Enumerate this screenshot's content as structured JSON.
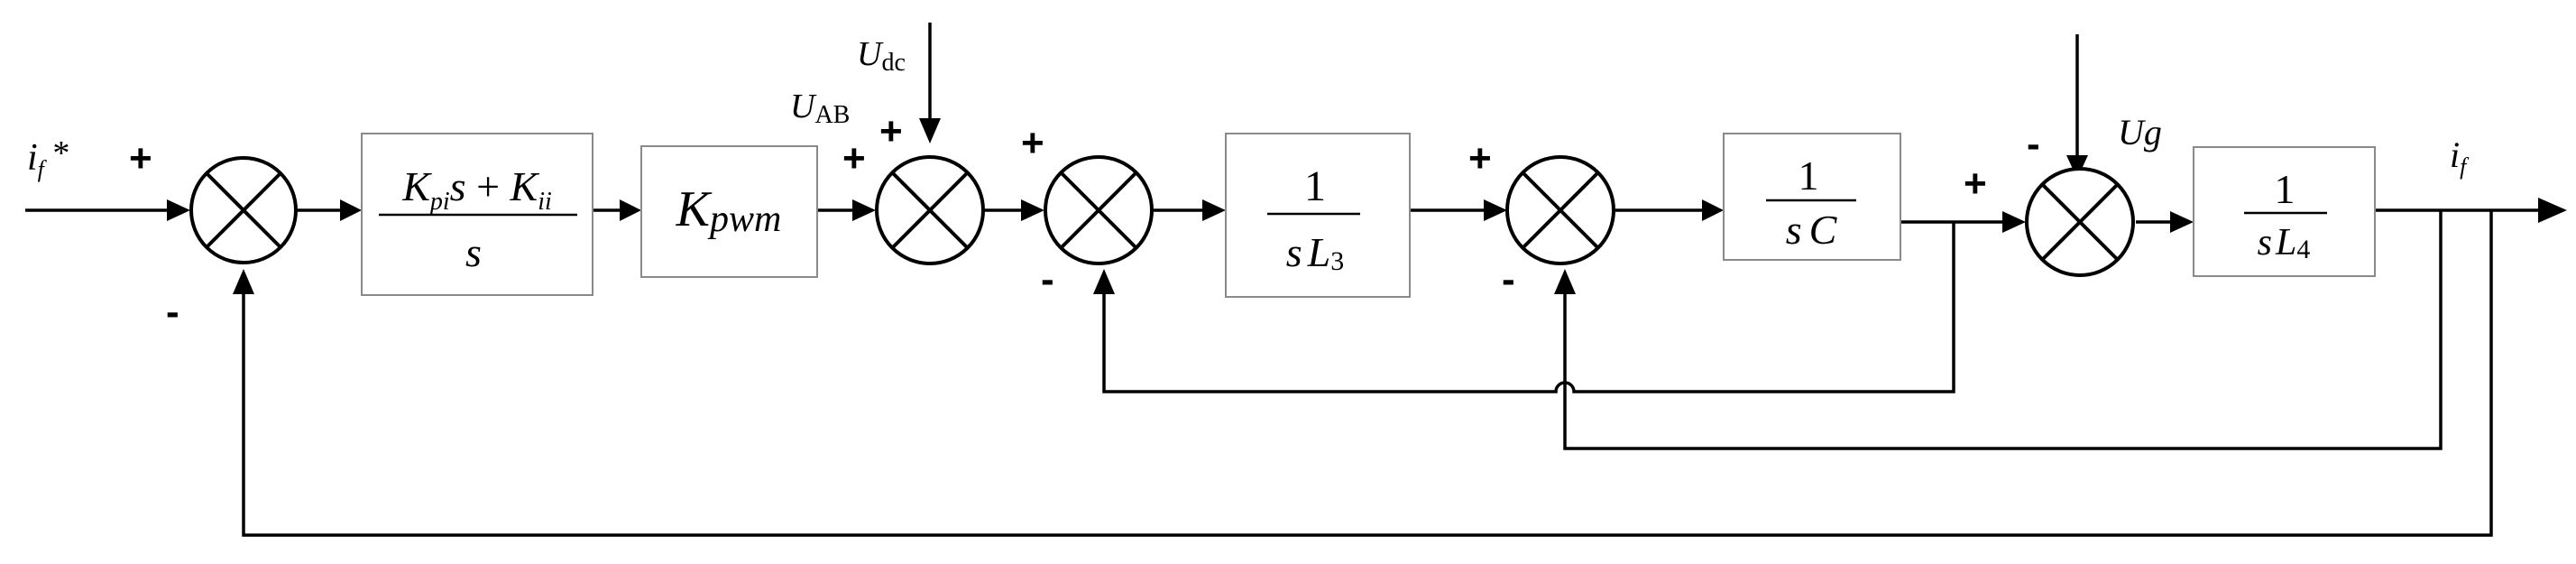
{
  "signals": {
    "input": {
      "main": "i",
      "sub": "f",
      "sup": " *"
    },
    "output": {
      "main": "i",
      "sub": "f"
    },
    "uab": {
      "main": "U",
      "sub": "AB"
    },
    "udc": {
      "main": "U",
      "sub": "dc"
    },
    "ug": "Ug"
  },
  "blocks": {
    "pi": {
      "num_k1": "K",
      "num_k1_sub": "pi",
      "num_s": "s",
      "num_plus": " + ",
      "num_k2": "K",
      "num_k2_sub": "ii",
      "den": "s"
    },
    "pwm": {
      "main": "K",
      "sub": "pwm"
    },
    "l3": {
      "num": "1",
      "den_s": "s",
      "den_l": "L",
      "den_sub": "3"
    },
    "c": {
      "num": "1",
      "den_s": "s",
      "den_c": "C"
    },
    "l4": {
      "num": "1",
      "den_s": "s",
      "den_l": "L",
      "den_sub": "4"
    }
  },
  "signs": {
    "sj1_plus": "+",
    "sj1_minus": "-",
    "sj2_plus_left": "+",
    "sj2_plus_top": "+",
    "sj3_plus": "+",
    "sj3_minus": "-",
    "sj4_plus": "+",
    "sj4_minus": "-",
    "sj5_plus": "+",
    "sj5_minus": "-"
  }
}
